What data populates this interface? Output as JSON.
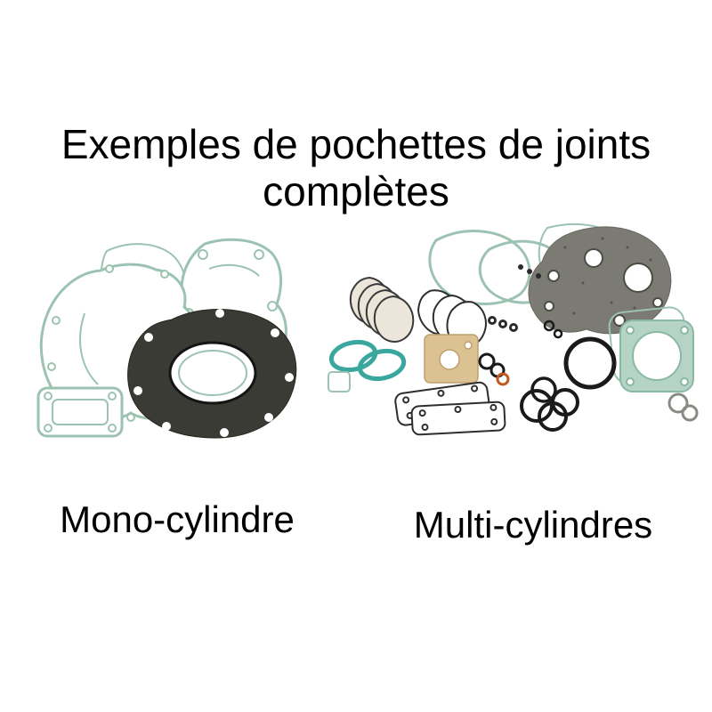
{
  "title": {
    "line1": "Exemples de pochettes de joints",
    "line2": "complètes"
  },
  "captions": {
    "mono": "Mono-cylindre",
    "multi": "Multi-cylindres"
  },
  "colors": {
    "page_bg": "#ffffff",
    "text": "#000000",
    "gasket_teal_light": "#9cc3b2",
    "gasket_teal_strong": "#3aa79e",
    "gasket_dark": "#3b3b35",
    "gasket_gray": "#7b7b73",
    "gasket_tan": "#dcc193",
    "oring_black": "#1a1a1a",
    "ring_orange": "#c05a1e"
  }
}
